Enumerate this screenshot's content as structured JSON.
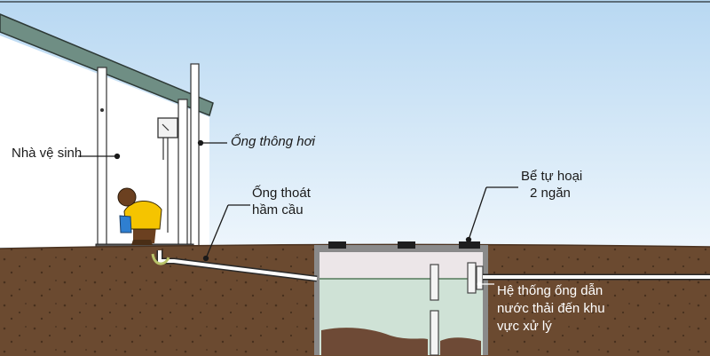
{
  "labels": {
    "toilet_house": "Nhà vệ sinh",
    "vent_pipe": "Ống thông hơi",
    "drain_pipe_line1": "Ống thoát",
    "drain_pipe_line2": "hầm cầu",
    "septic_tank_line1": "Bể tự hoại",
    "septic_tank_line2": "2 ngăn",
    "wastewater_line1": "Hệ thống ống dẫn",
    "wastewater_line2": "nước thải đến khu",
    "wastewater_line3": "vực xử lý"
  },
  "colors": {
    "sky_top": "#b8d8f2",
    "sky_bottom": "#eaf4fb",
    "soil": "#6b4a30",
    "soil_top": "#7a5638",
    "tank_water": "#cfe2d6",
    "tank_air": "#ece6e8",
    "sludge": "#6e4a36",
    "shirt": "#f5c400",
    "skin": "#6b4020"
  }
}
